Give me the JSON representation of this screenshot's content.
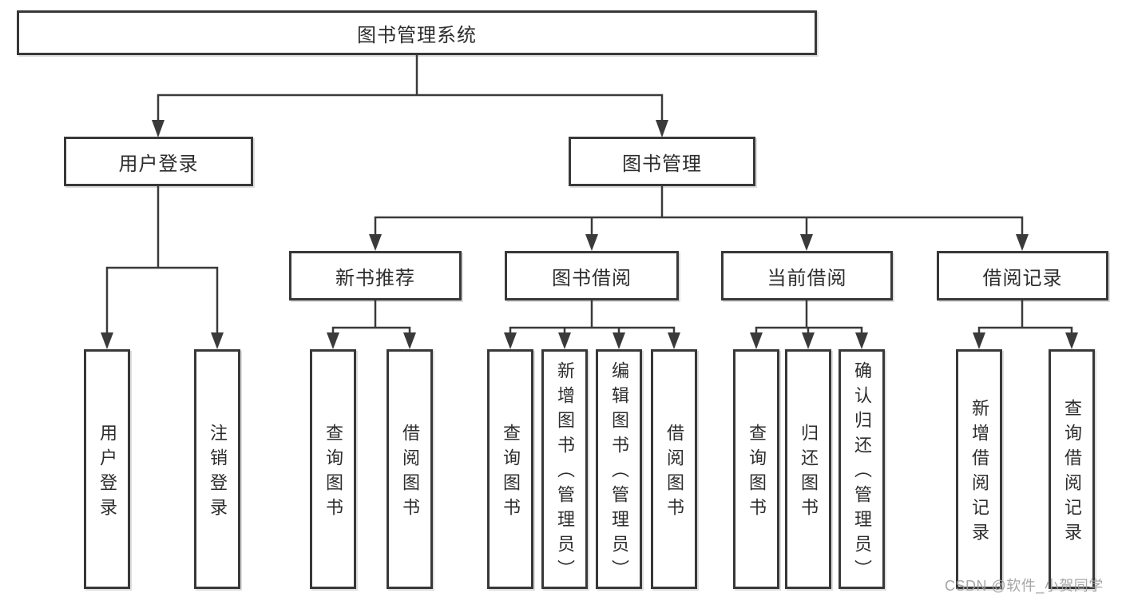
{
  "tree": {
    "label": "图书管理系统",
    "children": [
      {
        "label": "用户登录",
        "children": [
          {
            "label": "用户登录"
          },
          {
            "label": "注销登录"
          }
        ]
      },
      {
        "label": "图书管理",
        "children": [
          {
            "label": "新书推荐",
            "children": [
              {
                "label": "查询图书"
              },
              {
                "label": "借阅图书"
              }
            ]
          },
          {
            "label": "图书借阅",
            "children": [
              {
                "label": "查询图书"
              },
              {
                "label": "新增图书（管理员）"
              },
              {
                "label": "编辑图书（管理员）"
              },
              {
                "label": "借阅图书"
              }
            ]
          },
          {
            "label": "当前借阅",
            "children": [
              {
                "label": "查询图书"
              },
              {
                "label": "归还图书"
              },
              {
                "label": "确认归还（管理员）"
              }
            ]
          },
          {
            "label": "借阅记录",
            "children": [
              {
                "label": "新增借阅记录"
              },
              {
                "label": "查询借阅记录"
              }
            ]
          }
        ]
      }
    ]
  },
  "watermark": {
    "text": "CSDN @软件_小贺同学"
  },
  "colors": {
    "line": "#3a3a3a",
    "box_border": "#383838",
    "text": "#2d2d2d",
    "watermark": "#9e9e9e",
    "background": "#ffffff"
  }
}
